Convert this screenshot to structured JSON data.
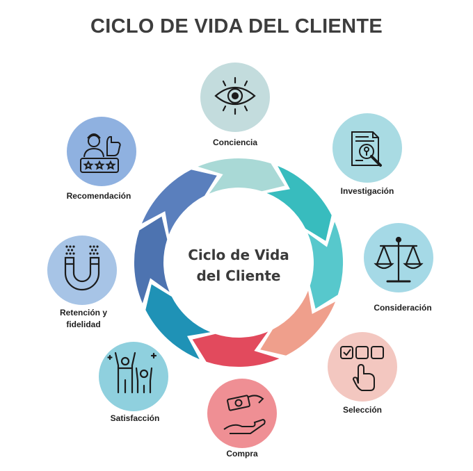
{
  "title": "CICLO DE VIDA DEL CLIENTE",
  "center": {
    "line1": "Ciclo de Vida",
    "line2": "del Cliente"
  },
  "stages": [
    {
      "id": "conciencia",
      "label": "Conciencia",
      "icon": "eye-icon",
      "circle_color": "#c3dcdd",
      "arrow_color": "#a9d9d6"
    },
    {
      "id": "investigacion",
      "label": "Investigación",
      "icon": "document-magnifier-icon",
      "circle_color": "#a9dbe3",
      "arrow_color": "#38bcbe"
    },
    {
      "id": "consideracion",
      "label": "Consideración",
      "icon": "scales-icon",
      "circle_color": "#a5d9e6",
      "arrow_color": "#57c8cc"
    },
    {
      "id": "seleccion",
      "label": "Selección",
      "icon": "checkbox-pointer-icon",
      "circle_color": "#f3c7c0",
      "arrow_color": "#ef9f8c"
    },
    {
      "id": "compra",
      "label": "Compra",
      "icon": "money-hand-icon",
      "circle_color": "#ef8f94",
      "arrow_color": "#e24a5d"
    },
    {
      "id": "satisfaccion",
      "label": "Satisfacción",
      "icon": "celebrating-people-icon",
      "circle_color": "#8fd0de",
      "arrow_color": "#1f92b6"
    },
    {
      "id": "retencion",
      "label_lines": [
        "Retención y",
        "fidelidad"
      ],
      "icon": "magnet-icon",
      "circle_color": "#a7c4e6",
      "arrow_color": "#4d73b0"
    },
    {
      "id": "recomendacion",
      "label": "Recomendación",
      "icon": "reviewer-thumbs-up-icon",
      "circle_color": "#8fb1e0",
      "arrow_color": "#5a7fbd"
    }
  ]
}
